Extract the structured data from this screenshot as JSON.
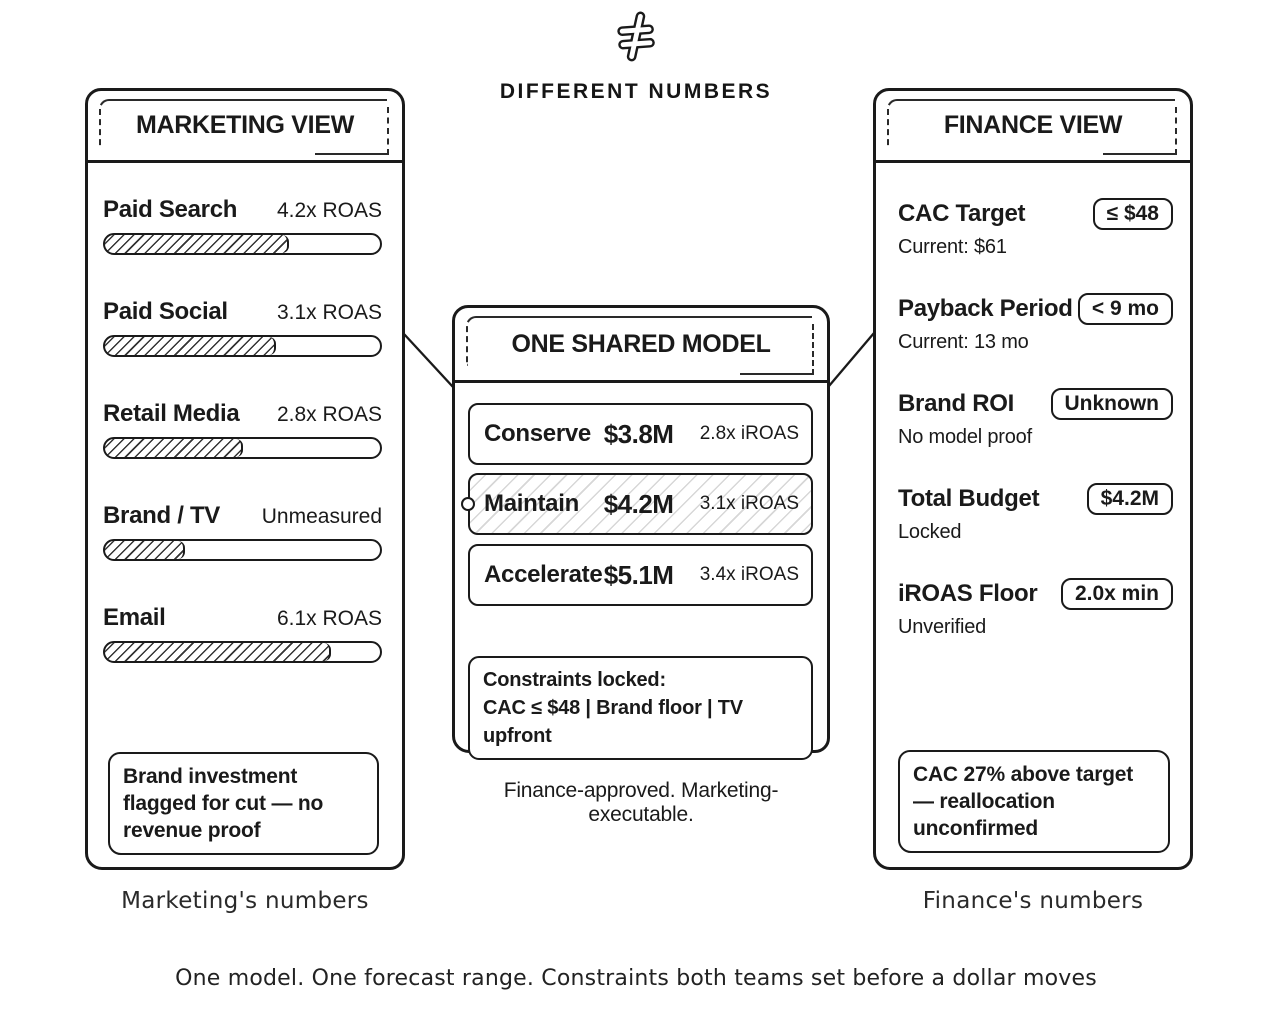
{
  "colors": {
    "ink": "#1a1a1a",
    "paper": "#ffffff"
  },
  "banner": {
    "icon": "not-equal-icon",
    "title": "DIFFERENT NUMBERS"
  },
  "marketing": {
    "title": "MARKETING VIEW",
    "channels": [
      {
        "label": "Paid Search",
        "value": "4.2x ROAS",
        "fill_pct": 67
      },
      {
        "label": "Paid Social",
        "value": "3.1x ROAS",
        "fill_pct": 62
      },
      {
        "label": "Retail Media",
        "value": "2.8x ROAS",
        "fill_pct": 50
      },
      {
        "label": "Brand / TV",
        "value": "Unmeasured",
        "fill_pct": 29
      },
      {
        "label": "Email",
        "value": "6.1x ROAS",
        "fill_pct": 82
      }
    ],
    "note": "Brand investment flagged for cut — no revenue proof",
    "caption": "Marketing's numbers"
  },
  "model": {
    "title": "ONE SHARED MODEL",
    "scenarios": [
      {
        "name": "Conserve",
        "budget": "$3.8M",
        "iroas": "2.8x iROAS",
        "highlighted": false
      },
      {
        "name": "Maintain",
        "budget": "$4.2M",
        "iroas": "3.1x iROAS",
        "highlighted": true
      },
      {
        "name": "Accelerate",
        "budget": "$5.1M",
        "iroas": "3.4x iROAS",
        "highlighted": false
      }
    ],
    "constraints_line1": "Constraints locked:",
    "constraints_line2": "CAC ≤ $48 | Brand floor | TV upfront",
    "caption": "Finance-approved. Marketing-executable."
  },
  "finance": {
    "title": "FINANCE VIEW",
    "metrics": [
      {
        "label": "CAC Target",
        "pill": "≤ $48",
        "sub": "Current: $61"
      },
      {
        "label": "Payback Period",
        "pill": "< 9 mo",
        "sub": "Current: 13 mo"
      },
      {
        "label": "Brand ROI",
        "pill": "Unknown",
        "sub": "No model proof"
      },
      {
        "label": "Total Budget",
        "pill": "$4.2M",
        "sub": "Locked"
      },
      {
        "label": "iROAS Floor",
        "pill": "2.0x min",
        "sub": "Unverified"
      }
    ],
    "note": "CAC 27% above target — reallocation unconfirmed",
    "caption": "Finance's numbers"
  },
  "footer": "One model. One forecast range. Constraints both teams set before a dollar moves"
}
